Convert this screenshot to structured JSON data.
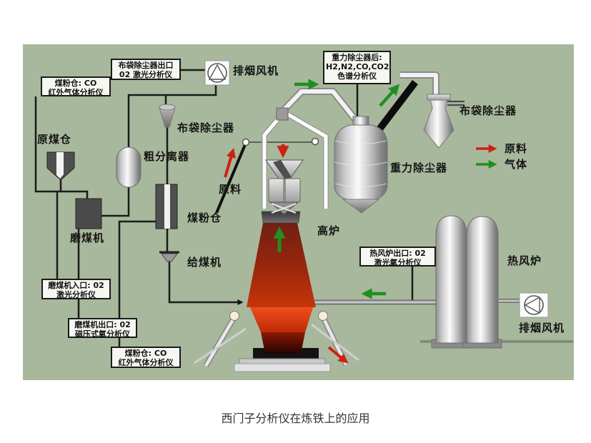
{
  "caption": "西门子分析仪在炼铁上的应用",
  "legend": {
    "raw_material": "原料",
    "gas": "气体"
  },
  "colors": {
    "panel_bg": "#a8b89c",
    "raw_material_arrow": "#cc2211",
    "gas_arrow": "#1f8f1f",
    "furnace_hot": "#e8441c"
  },
  "analyzers": {
    "bag_outlet": {
      "line1": "布袋除尘器出口",
      "line2": "02 激光分析仪"
    },
    "coal_bunker_upper": {
      "line1": "煤粉仓: CO",
      "line2": "红外气体分析仪"
    },
    "after_gravity": {
      "line1": "重力除尘器后:",
      "line2": "H2,N2,CO,CO2",
      "line3": "色谱分析仪"
    },
    "mill_inlet": {
      "line1": "磨煤机入口: 02",
      "line2": "激光分析仪"
    },
    "mill_outlet": {
      "line1": "磨煤机出口: 02",
      "line2": "磁压式氧分析仪"
    },
    "coal_bunker_lower": {
      "line1": "煤粉仓: CO",
      "line2": "红外气体分析仪"
    },
    "stove_outlet": {
      "line1": "热风炉出口: 02",
      "line2": "激光氧分析仪"
    }
  },
  "equipment": {
    "raw_coal_bunker": "原煤仓",
    "coal_mill": "磨煤机",
    "coarse_separator": "粗分离器",
    "bag_filter_left": "布袋除尘器",
    "exhaust_fan_top": "排烟风机",
    "pulverized_coal_bunker": "煤粉仓",
    "coal_feeder": "给煤机",
    "raw_material_in": "原料",
    "blast_furnace": "高炉",
    "gravity_collector": "重力除尘器",
    "bag_filter_right": "布袋除尘器",
    "hot_blast_stove": "热风炉",
    "exhaust_fan_right": "排烟风机"
  }
}
